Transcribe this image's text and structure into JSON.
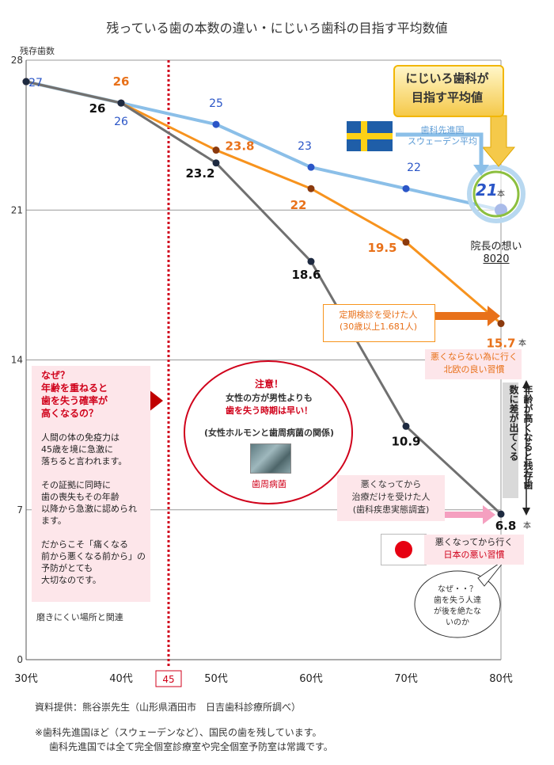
{
  "title": "残っている歯の本数の違い・にじいろ歯科の目指す平均数値",
  "chart_data": {
    "type": "line",
    "ylabel": "残存歯数",
    "xlabel": "",
    "ylim": [
      0,
      28
    ],
    "yticks": [
      0,
      7,
      14,
      21,
      28
    ],
    "categories": [
      "30代",
      "40代",
      "50代",
      "60代",
      "70代",
      "80代"
    ],
    "marker_label": "45",
    "marker_x": 45,
    "series": [
      {
        "color": "#8bbfe8",
        "marker_color": "#2a55c7",
        "label_color": "#2a55c7",
        "points": [
          [
            30,
            27
          ],
          [
            40,
            26
          ],
          [
            50,
            25
          ],
          [
            60,
            23
          ],
          [
            70,
            22
          ],
          [
            80,
            21
          ]
        ],
        "labels": [
          "27",
          "26",
          "25",
          "23",
          "22",
          ""
        ]
      },
      {
        "color": "#f7931e",
        "marker_color": "#8b3a0e",
        "label_color": "#e8711a",
        "points": [
          [
            30,
            27
          ],
          [
            40,
            26
          ],
          [
            50,
            23.8
          ],
          [
            60,
            22
          ],
          [
            70,
            19.5
          ],
          [
            80,
            15.7
          ]
        ],
        "labels": [
          "",
          "26",
          "23.8",
          "22",
          "19.5",
          "15.7"
        ]
      },
      {
        "color": "#707070",
        "marker_color": "#1e2a40",
        "label_color": "#111111",
        "points": [
          [
            30,
            27
          ],
          [
            40,
            26
          ],
          [
            50,
            23.2
          ],
          [
            60,
            18.6
          ],
          [
            70,
            10.9
          ],
          [
            80,
            6.8
          ]
        ],
        "labels": [
          "",
          "26",
          "23.2",
          "18.6",
          "10.9",
          "6.8"
        ]
      }
    ]
  },
  "units": {
    "hon": "本"
  },
  "goal": {
    "line1": "にじいろ歯科が",
    "line2": "目指す平均値",
    "value": "21"
  },
  "sweden": {
    "line1": "歯科先進国",
    "line2": "スウェーデン平均"
  },
  "director": {
    "line1": "院長の想い",
    "line2": "8020"
  },
  "regular": {
    "line1": "定期検診を受けた人",
    "line2": "(30歳以上1.681人)"
  },
  "good_habit": {
    "line1": "悪くならない為に行く",
    "line2": "北欧の良い習慣"
  },
  "side_note": "年齢が高くなると残存歯数に差が出てくる",
  "treatment": {
    "line1": "悪くなってから",
    "line2": "治療だけを受けた人",
    "line3": "(歯科疾患実態調査)"
  },
  "bad_habit": {
    "line1": "悪くなってから行く",
    "line2": "日本の悪い習慣"
  },
  "bubble": {
    "line1": "なぜ・・？",
    "line2": "歯を失う人達",
    "line3": "が後を絶たな",
    "line4": "いのか"
  },
  "why": {
    "q1": "なぜ？",
    "q2": "年齢を重ねると",
    "q3": "歯を失う確率が",
    "q4": "高くなるの？",
    "b1": "人間の体の免疫力は",
    "b2": "45歳を境に急激に",
    "b3": "落ちると言われます。",
    "b4": "その証拠に同時に",
    "b5": "歯の喪失もその年齢",
    "b6": "以降から急激に認められ",
    "b7": "ます。",
    "b8": "だからこそ「痛くなる",
    "b9": "前から悪くなる前から」の",
    "b10": "予防がとても",
    "b11": "大切なのです。"
  },
  "related": "磨きにくい場所と関連",
  "attention": {
    "title": "注意！",
    "line1": "女性の方が男性よりも",
    "line2": "歯を失う時期は早い！",
    "line3": "(女性ホルモンと歯周病菌の関係)",
    "perio": "歯周病菌"
  },
  "source": "資料提供：熊谷崇先生（山形県酒田市　日吉歯科診療所調べ）",
  "footnote1": "※歯科先進国ほど（スウェーデンなど）、国民の歯を残しています。",
  "footnote2": "歯科先進国では全て完全個室診療室や完全個室予防室は常識です。"
}
